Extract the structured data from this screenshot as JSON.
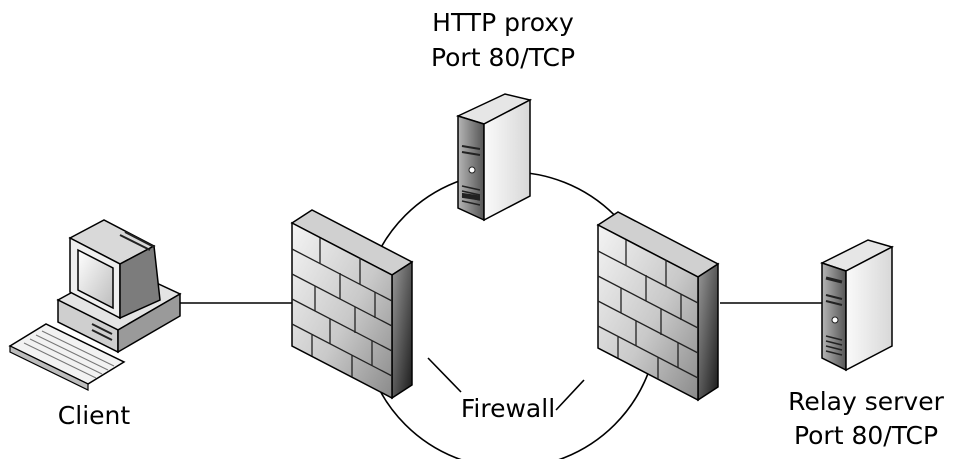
{
  "proxy": {
    "line1": "HTTP proxy",
    "line2": "Port 80/TCP",
    "icon": "server-tower-icon"
  },
  "client": {
    "label": "Client",
    "icon": "desktop-computer-icon"
  },
  "firewall": {
    "label": "Firewall",
    "icon": "firewall-brick-icon"
  },
  "relay": {
    "line1": "Relay server",
    "line2": "Port 80/TCP",
    "icon": "server-tower-icon"
  }
}
